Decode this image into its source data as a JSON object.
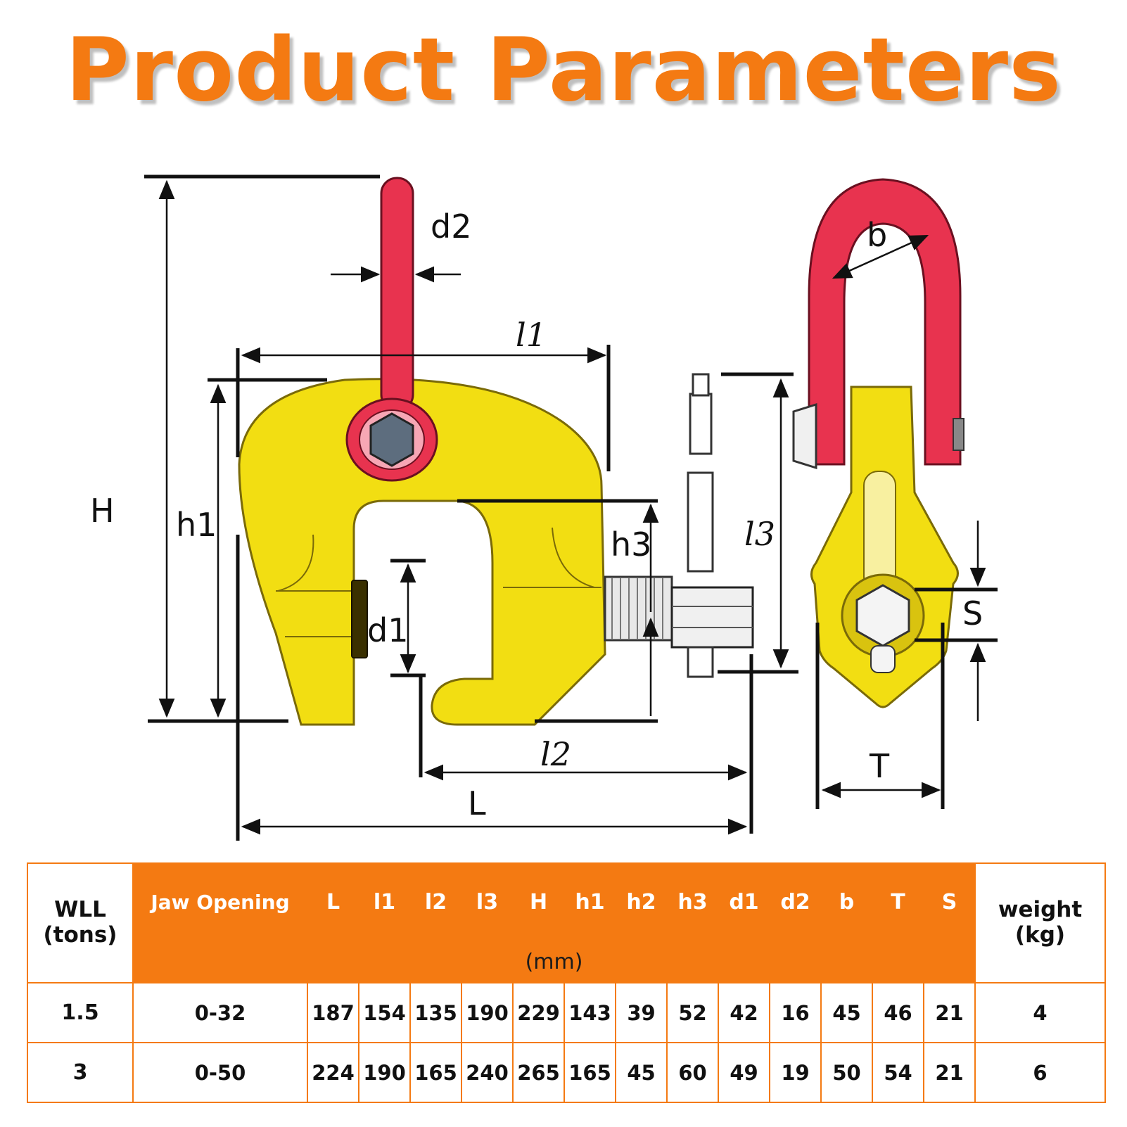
{
  "title": "Product Parameters",
  "colors": {
    "accent_orange": "#f47a12",
    "clamp_yellow": "#f2de12",
    "shackle_red": "#e8334f",
    "hex_gray": "#5d6d7e"
  },
  "diagram": {
    "labels": {
      "H": "H",
      "h1": "h1",
      "h3": "h3",
      "d1": "d1",
      "d2": "d2",
      "l1": "l1",
      "l2": "l2",
      "l3": "l3",
      "L": "L",
      "b": "b",
      "S": "S",
      "T": "T"
    }
  },
  "table": {
    "wll_header": "WLL (tons)",
    "jaw_header": "Jaw Opening",
    "dim_headers": [
      "L",
      "l1",
      "l2",
      "l3",
      "H",
      "h1",
      "h2",
      "h3",
      "d1",
      "d2",
      "b",
      "T",
      "S"
    ],
    "unit": "(mm)",
    "weight_header": "weight (kg)",
    "rows": [
      {
        "wll": "1.5",
        "jaw": "0-32",
        "dims": [
          "187",
          "154",
          "135",
          "190",
          "229",
          "143",
          "39",
          "52",
          "42",
          "16",
          "45",
          "46",
          "21"
        ],
        "weight": "4"
      },
      {
        "wll": "3",
        "jaw": "0-50",
        "dims": [
          "224",
          "190",
          "165",
          "240",
          "265",
          "165",
          "45",
          "60",
          "49",
          "19",
          "50",
          "54",
          "21"
        ],
        "weight": "6"
      }
    ]
  }
}
